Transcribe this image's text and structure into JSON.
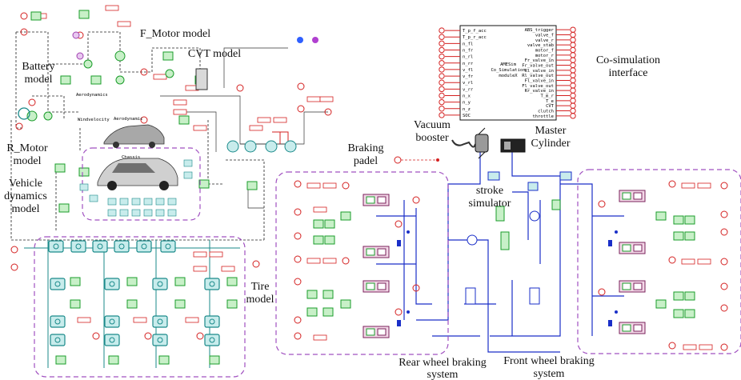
{
  "labels": {
    "f_motor": "F_Motor model",
    "cvt": "CVT model",
    "battery_l1": "Battery",
    "battery_l2": "model",
    "r_motor_l1": "R_Motor",
    "r_motor_l2": "model",
    "vehicle_l1": "Vehicle",
    "vehicle_l2": "dynamics",
    "vehicle_l3": "model",
    "tire_l1": "Tire",
    "tire_l2": "model",
    "cosim_l1": "Co-simulation",
    "cosim_l2": "interface",
    "vacuum_l1": "Vacuum",
    "vacuum_l2": "booster",
    "master_l1": "Master",
    "master_l2": "Cylinder",
    "braking_l1": "Braking",
    "braking_l2": "padel",
    "stroke_l1": "stroke",
    "stroke_l2": "simulator",
    "rear_l1": "Rear wheel braking",
    "rear_l2": "system",
    "front_l1": "Front wheel braking",
    "front_l2": "system"
  },
  "cosim_block": {
    "left_ports": [
      "T_p_f_acc",
      "T_p_r_acc",
      "n_fl",
      "n_fr",
      "n_rl",
      "n_rr",
      "v_fl",
      "v_fr",
      "v_rl",
      "v_rr",
      "n_x",
      "n_y",
      "n_z",
      "SOC"
    ],
    "right_ports": [
      "ABS_trigger",
      "valve_f",
      "valve_r",
      "valve_stab",
      "motor_f",
      "motor_r",
      "Fr_valve_in",
      "Fr_valve_out",
      "Rl_valve_in",
      "Rl_valve_out",
      "Fl_valve_in",
      "Fl_valve_out",
      "Rr_valve_in",
      "T_m_r",
      "T_e",
      "CVT",
      "clutch",
      "throttle"
    ],
    "center_l1": "AMESim",
    "center_l2": "Co_Simulation",
    "center_l3": "moduleX"
  },
  "diagram_labels": {
    "aerodynamics": "Aerodynamics",
    "windvelocity": "Windvelocity",
    "aerodynamic": "Aerodynamic",
    "chassis": "Chassis"
  },
  "colors": {
    "red": "#d42020",
    "green": "#1a9c2a",
    "teal": "#1a8a8a",
    "blue": "#1a2fc8",
    "purple": "#a040b0",
    "dash_purple": "#a050c0"
  }
}
